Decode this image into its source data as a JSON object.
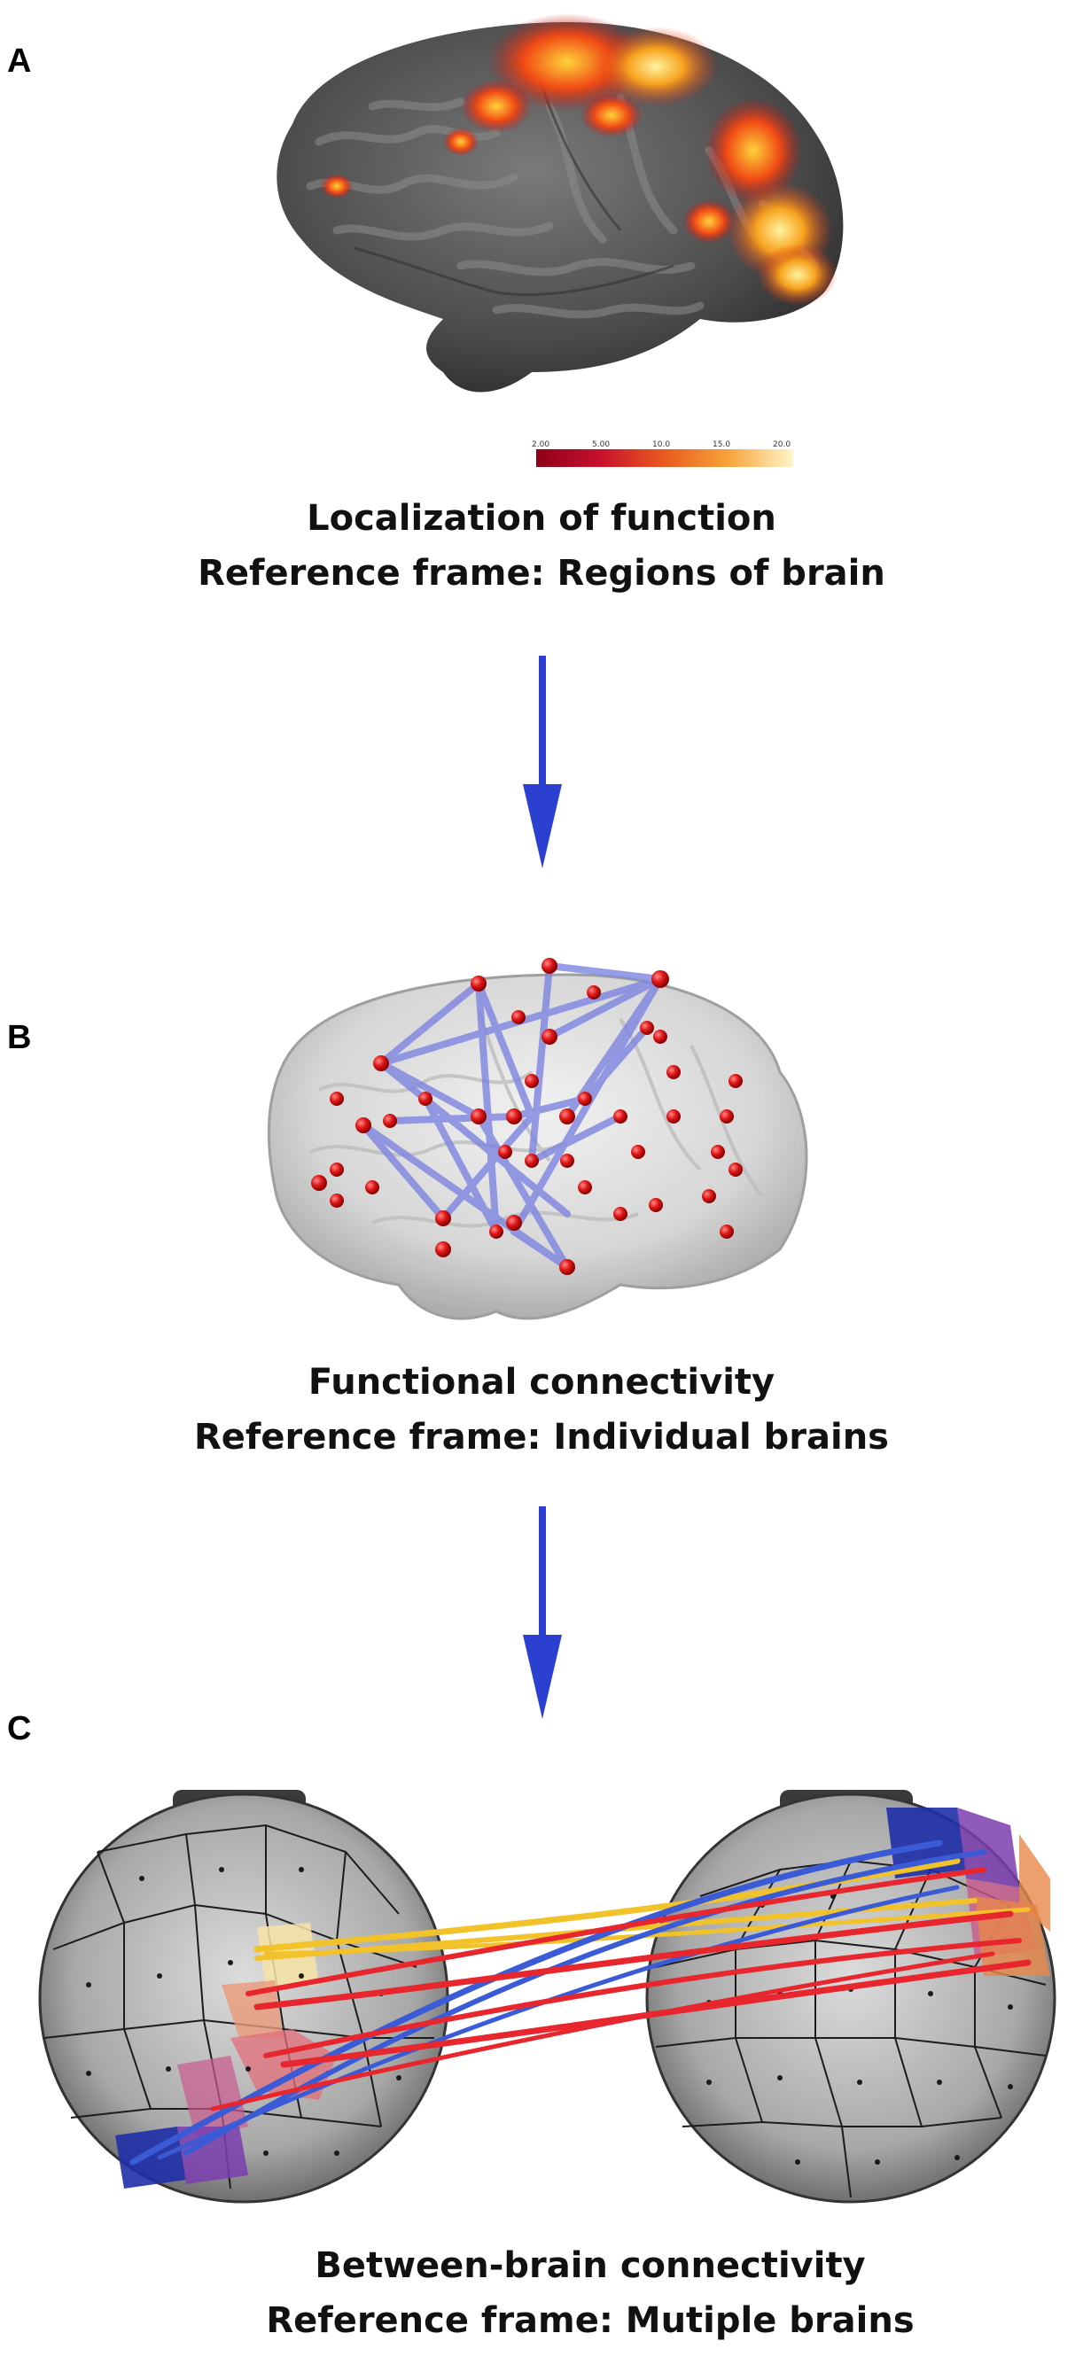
{
  "panels": {
    "a": {
      "letter": "A",
      "caption_line1": "Localization of function",
      "caption_line2": "Reference frame: Regions of brain",
      "colorbar": {
        "ticks": [
          "2.00",
          "5.00",
          "10.0",
          "15.0",
          "20.0"
        ],
        "colors": [
          "#8e0018",
          "#c8102e",
          "#ea5a1e",
          "#f7a53c",
          "#fff6c9"
        ]
      }
    },
    "b": {
      "letter": "B",
      "caption_line1": "Functional connectivity",
      "caption_line2": "Reference frame: Individual brains"
    },
    "c": {
      "letter": "C",
      "caption_line1": "Between-brain connectivity",
      "caption_line2": "Reference frame: Mutiple brains"
    }
  },
  "colors": {
    "arrow": "#2b3fd1",
    "node": "#d81b1b",
    "edge": "#7d84e0",
    "link_red": "#e8262e",
    "link_blue": "#3b5bd6",
    "link_yellow": "#f2c22a"
  }
}
